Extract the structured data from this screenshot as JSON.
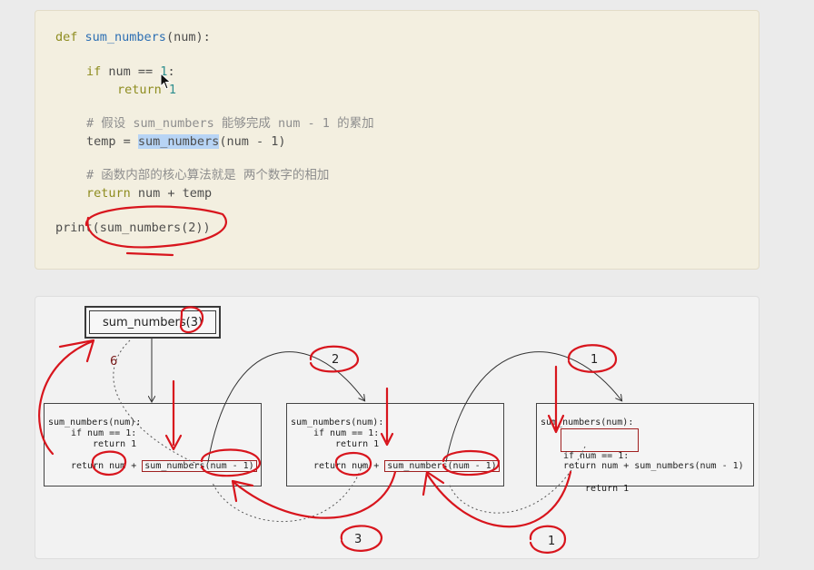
{
  "code": {
    "line1_kw": "def",
    "line1_fn": "sum_numbers",
    "line1_rest": "(num):",
    "line2_kw": "if",
    "line2_mid": " num == ",
    "line2_num": "1",
    "line2_end": ":",
    "line3_kw": "return",
    "line3_num": " 1",
    "line4_comment": "# 假设 sum_numbers 能够完成 num - 1 的累加",
    "line5_pre": "temp = ",
    "line5_call": "sum_numbers",
    "line5_post": "(num - 1)",
    "line6_comment": "# 函数内部的核心算法就是 两个数字的相加",
    "line7_kw": "return",
    "line7_rest": " num + temp",
    "line8": "print(sum_numbers(2))"
  },
  "diagram": {
    "call_label": "sum_numbers(3)",
    "frames": [
      {
        "header": "sum_numbers(num):",
        "cond": "if num == 1:",
        "ret1": "return 1",
        "ret_pre": "return num + ",
        "ret_call": "sum_numbers(num - 1)"
      },
      {
        "header": "sum_numbers(num):",
        "cond": "if num == 1:",
        "ret1": "return 1",
        "ret_pre": "return num + ",
        "ret_call": "sum_numbers(num - 1)"
      },
      {
        "header": "sum_numbers(num):",
        "cond": "if num == 1:",
        "ret1": "return 1",
        "ret_full": "return num + sum_numbers(num - 1)"
      }
    ],
    "labels": {
      "six": "6",
      "two": "2",
      "one_top": "1",
      "three": "3",
      "one_bottom": "1"
    }
  },
  "colors": {
    "annotation_red": "#d8151d",
    "code_bg": "#f3efe0",
    "keyword": "#8e8c1f",
    "function": "#2d6fb3",
    "selection": "#b7d4f5"
  }
}
